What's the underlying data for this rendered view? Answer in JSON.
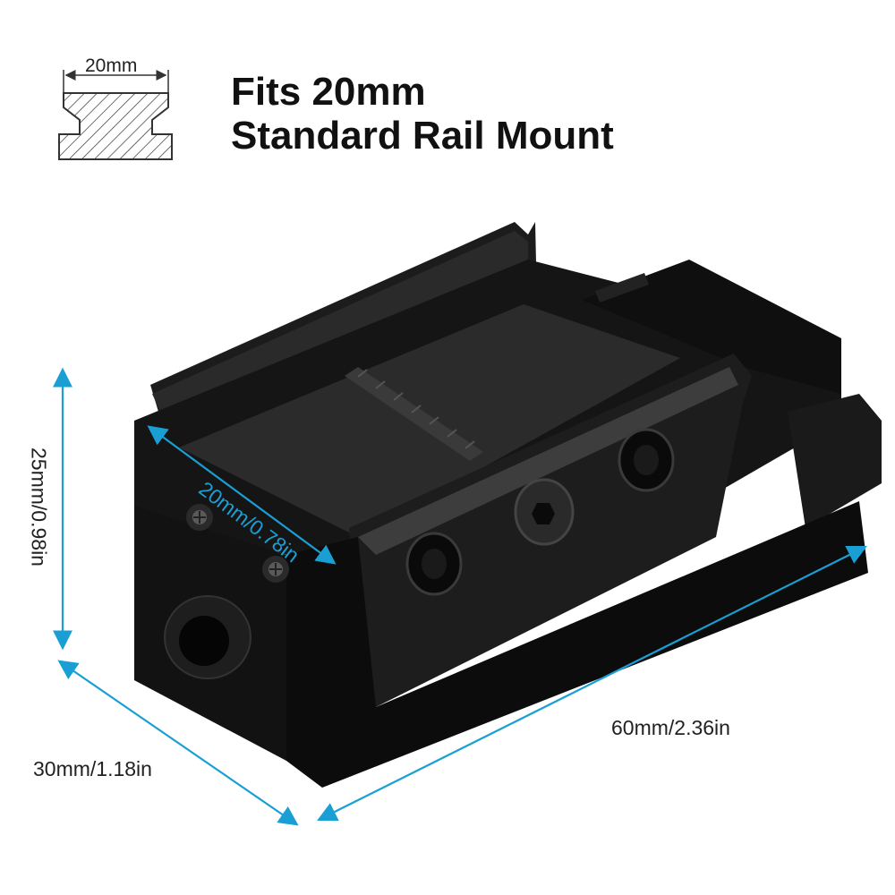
{
  "headline": {
    "line1": "Fits 20mm",
    "line2": "Standard Rail Mount"
  },
  "rail_profile_label": "20mm",
  "dimensions": {
    "height": "25mm/0.98in",
    "inner_width": "20mm/0.78in",
    "length": "60mm/2.36in",
    "width": "30mm/1.18in"
  },
  "colors": {
    "dimension_arrow": "#1a9fd4",
    "product_body": "#111111",
    "title_text": "#111111"
  }
}
